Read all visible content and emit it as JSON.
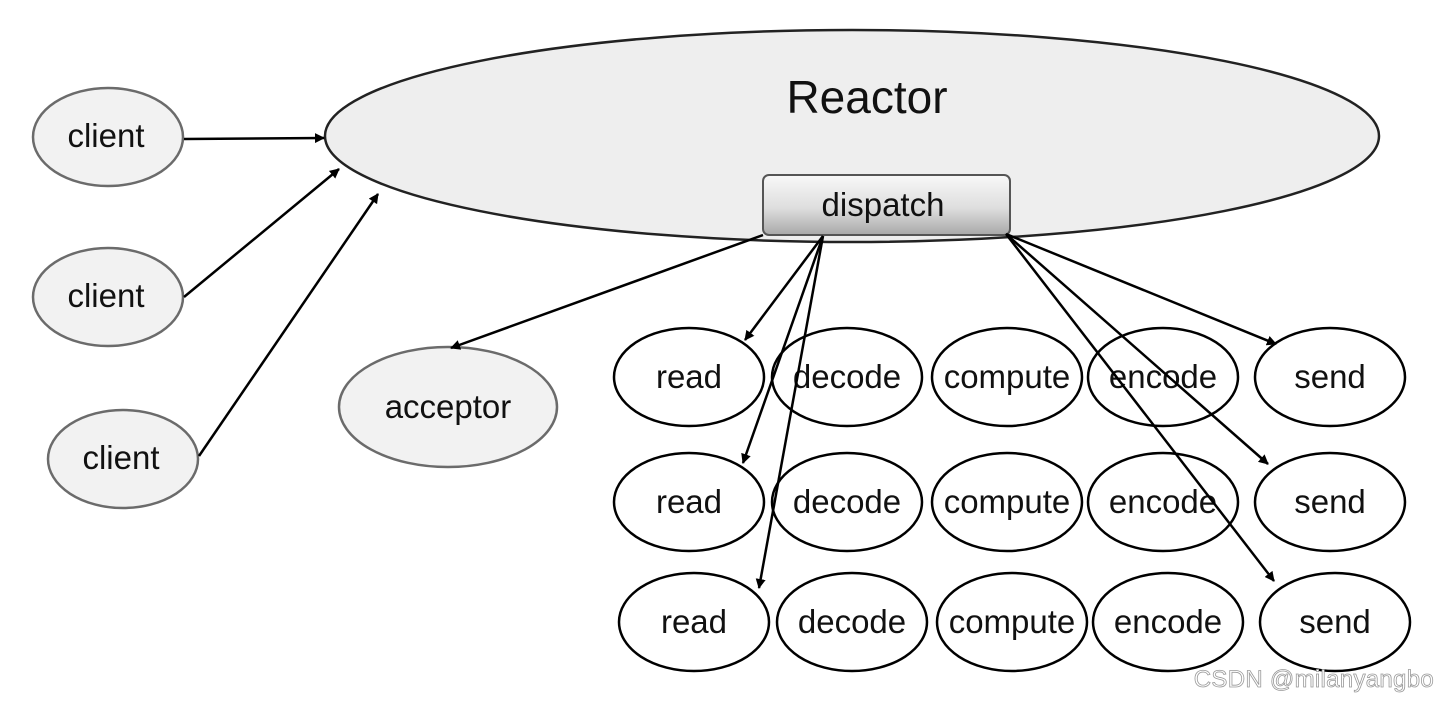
{
  "reactor": {
    "title": "Reactor",
    "dispatch_label": "dispatch"
  },
  "clients": [
    {
      "label": "client"
    },
    {
      "label": "client"
    },
    {
      "label": "client"
    }
  ],
  "acceptor": {
    "label": "acceptor"
  },
  "handlers": [
    [
      "read",
      "decode",
      "compute",
      "encode",
      "send"
    ],
    [
      "read",
      "decode",
      "compute",
      "encode",
      "send"
    ],
    [
      "read",
      "decode",
      "compute",
      "encode",
      "send"
    ]
  ],
  "watermark": "CSDN @milanyangbo",
  "colors": {
    "reactor_fill": "#eeeeee",
    "node_fill_gray": "#f2f2f2",
    "node_fill_white": "#ffffff",
    "stroke": "#000000",
    "gray_stroke": "#6b6b6b"
  }
}
